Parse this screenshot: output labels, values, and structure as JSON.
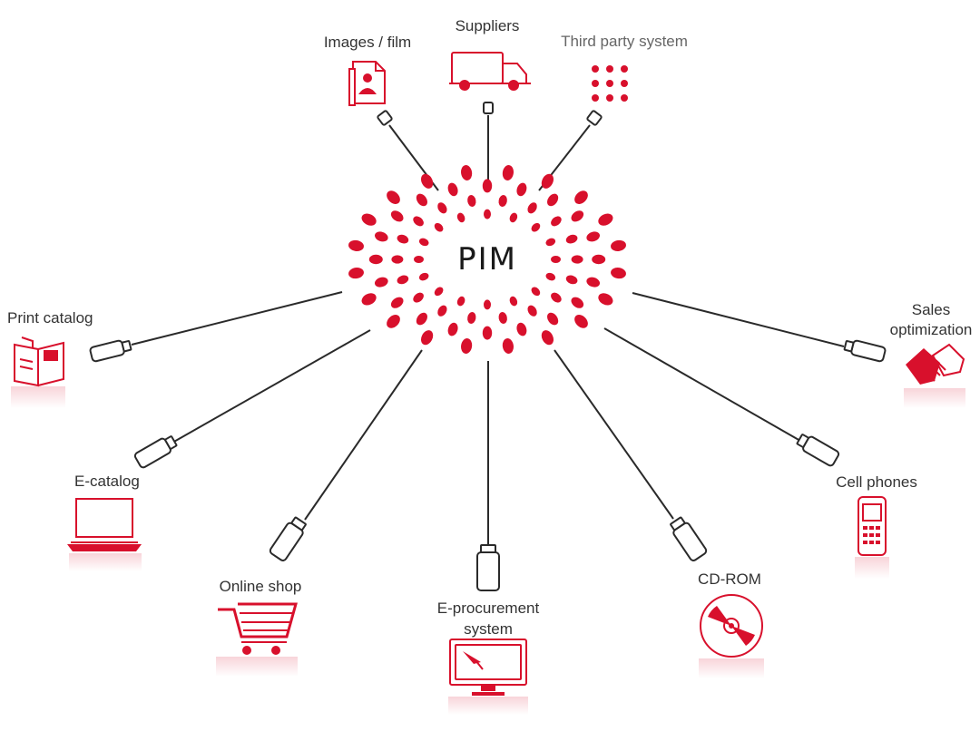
{
  "diagram": {
    "center": {
      "label": "PIM"
    },
    "colors": {
      "accent": "#d8102c",
      "line": "#2a2a2a",
      "text": "#333333"
    },
    "nodes": {
      "images_film": {
        "label": "Images / film",
        "icon": "image-file-icon"
      },
      "suppliers": {
        "label": "Suppliers",
        "icon": "truck-icon"
      },
      "third_party": {
        "label": "Third party system",
        "icon": "dot-grid-icon"
      },
      "print_catalog": {
        "label": "Print catalog",
        "icon": "catalog-book-icon"
      },
      "sales_optimization": {
        "label_line1": "Sales",
        "label_line2": "optimization",
        "icon": "handshake-icon"
      },
      "e_catalog": {
        "label": "E-catalog",
        "icon": "laptop-icon"
      },
      "cell_phones": {
        "label": "Cell phones",
        "icon": "cell-phone-icon"
      },
      "online_shop": {
        "label": "Online shop",
        "icon": "shopping-cart-icon"
      },
      "e_procurement": {
        "label_line1": "E-procurement",
        "label_line2": "system",
        "icon": "monitor-icon"
      },
      "cd_rom": {
        "label": "CD-ROM",
        "icon": "cd-icon"
      }
    }
  }
}
